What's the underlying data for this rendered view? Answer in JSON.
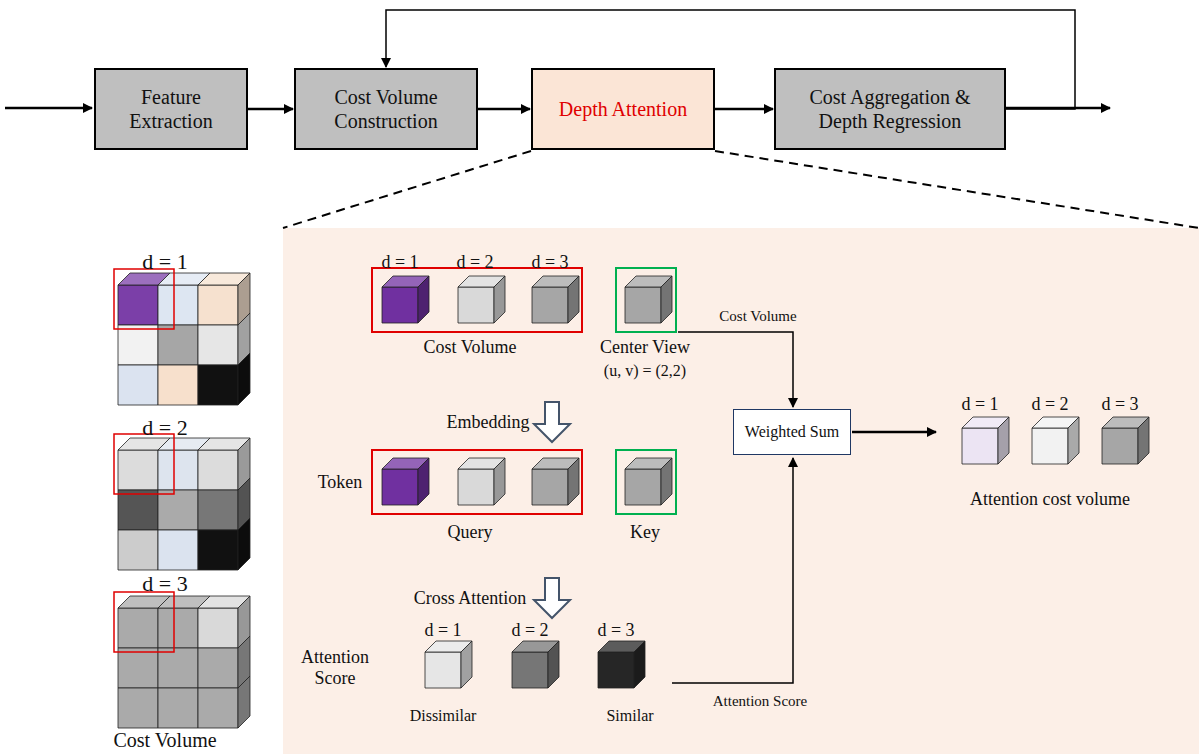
{
  "diagram": {
    "nodes": [
      {
        "text": [
          "Feature Extraction"
        ]
      },
      {
        "text": [
          "Cost Volume Construction"
        ]
      },
      {
        "text": [
          "Depth Attention"
        ]
      },
      {
        "text": [
          "Cost Aggregation & Depth Regression"
        ]
      },
      {
        "text": [
          "Weighted Sum"
        ]
      }
    ],
    "edges": [
      {
        "from": 0,
        "to": 1,
        "arrow": "to"
      },
      {
        "from": 1,
        "to": 2,
        "arrow": "to"
      },
      {
        "from": 2,
        "to": 3,
        "arrow": "to"
      },
      {
        "from": 3,
        "to": 1,
        "arrow": "to"
      }
    ],
    "labels": [
      "d = 1",
      "d = 2",
      "d = 3",
      "Cost Volume",
      "d = 1",
      "d = 2",
      "d = 3",
      "Cost Volume",
      "Center View",
      "(u, v) = (2,2)",
      "Embedding",
      "Token",
      "Query",
      "Key",
      "Cross Attention",
      "d = 1",
      "d = 2",
      "d = 3",
      "Attention Score",
      "Dissimilar",
      "Similar",
      "Cost Volume",
      "Attention Score",
      "d = 1",
      "d = 2",
      "d = 3",
      "Attention cost volume"
    ]
  }
}
